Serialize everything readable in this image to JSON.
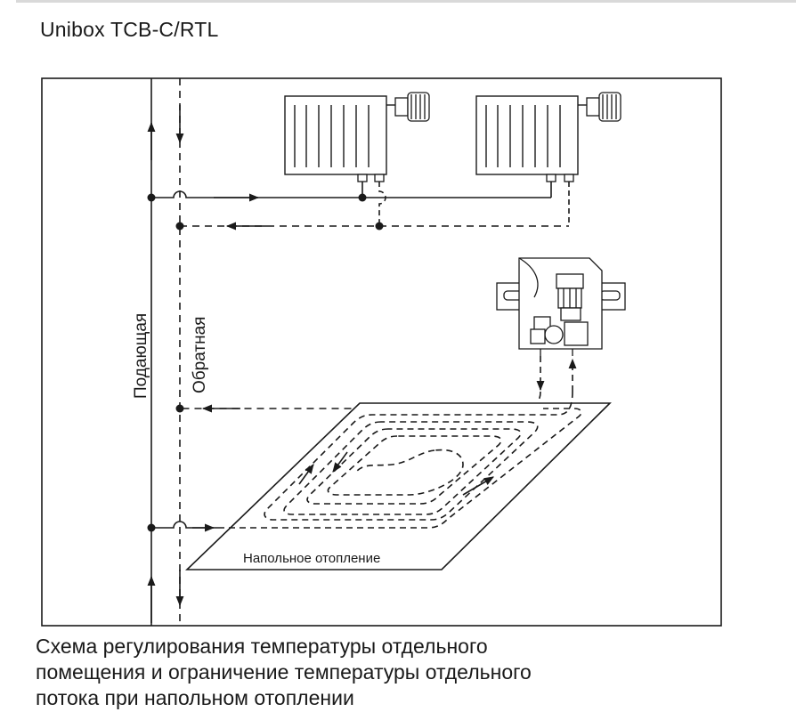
{
  "header": {
    "title": "Unibox TCB-C/RTL"
  },
  "diagram": {
    "supply_label": "Подающая",
    "return_label": "Обратная",
    "floor_label": "Напольное отопление",
    "colors": {
      "line": "#1a1a1a",
      "background": "#ffffff"
    }
  },
  "caption": {
    "lines": [
      "Схема регулирования температуры отдельного",
      "помещения и ограничение температуры отдельного",
      "потока при напольном отоплении"
    ]
  }
}
